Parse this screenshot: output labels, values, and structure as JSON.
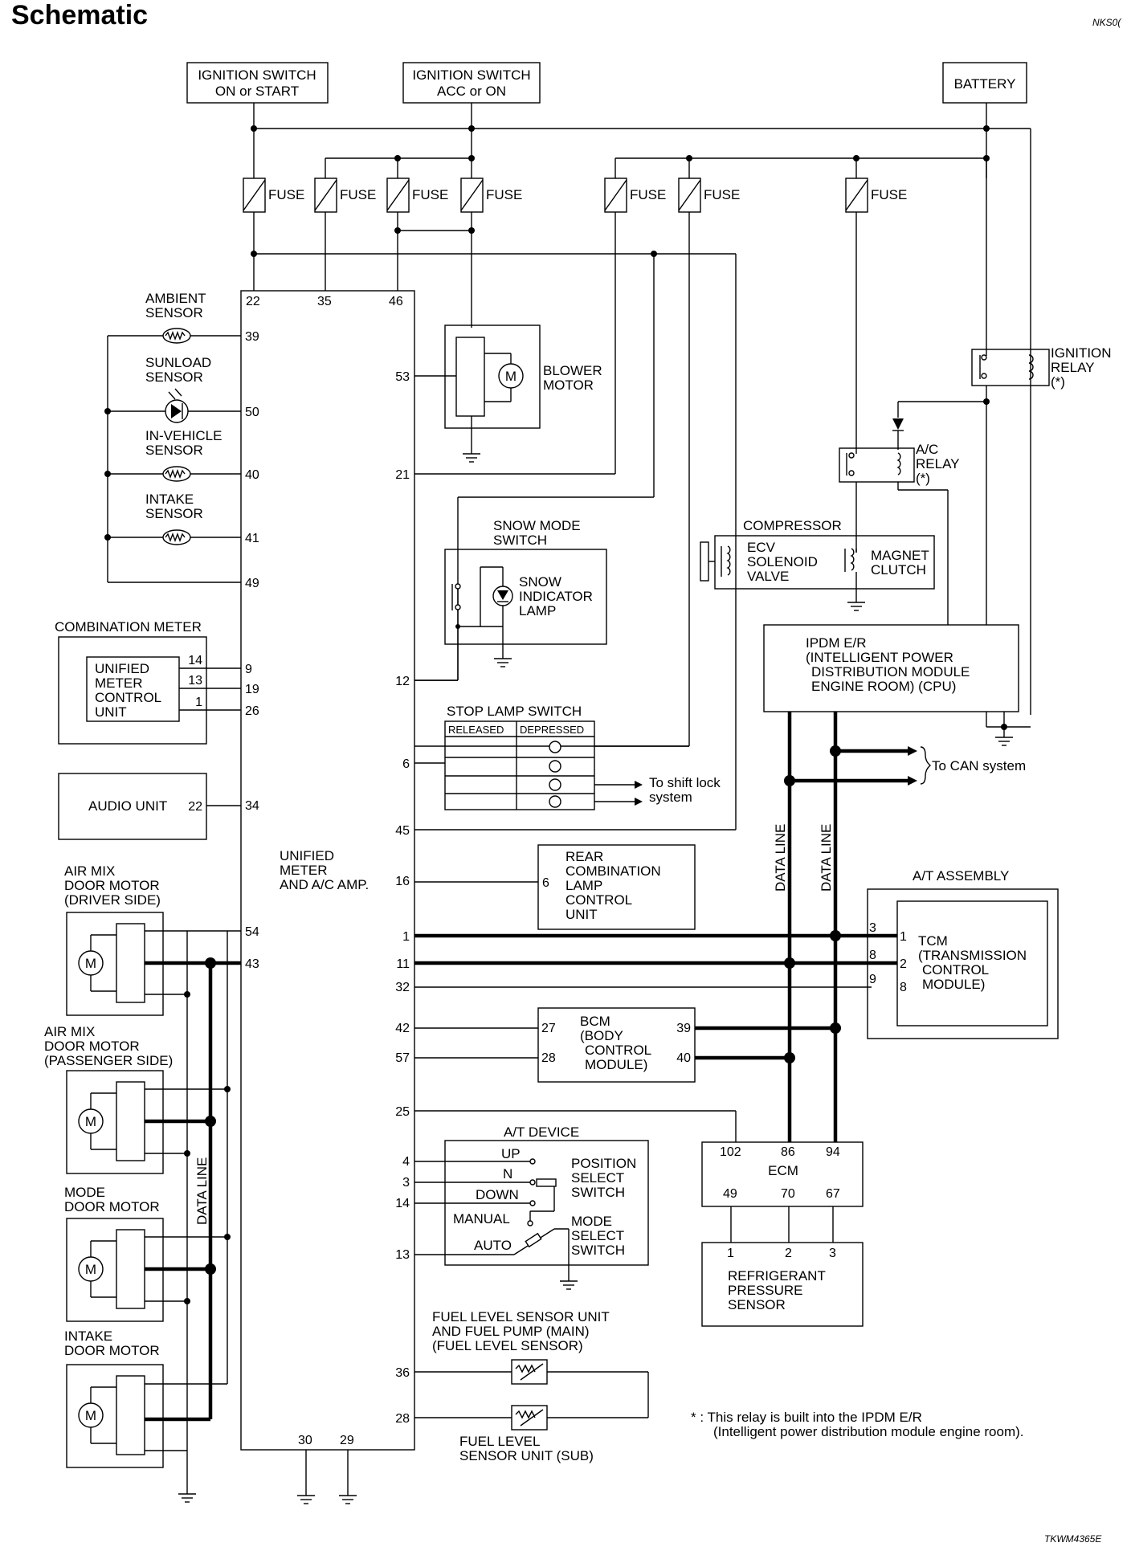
{
  "page": {
    "title": "Schematic",
    "ref_top": "NKS0(",
    "ref_bottom": "TKWM4365E"
  },
  "power": {
    "ign_on_start": [
      "IGNITION SWITCH",
      "ON or START"
    ],
    "ign_acc_on": [
      "IGNITION SWITCH",
      "ACC or ON"
    ],
    "battery": "BATTERY",
    "fuse": "FUSE"
  },
  "amp": {
    "label": [
      "UNIFIED",
      "METER",
      "AND A/C AMP."
    ],
    "top_pins": [
      "22",
      "35",
      "46"
    ],
    "bottom_pins": [
      "30",
      "29"
    ],
    "left_pins": [
      "39",
      "50",
      "40",
      "41",
      "49",
      "9",
      "19",
      "26",
      "34",
      "54",
      "43"
    ],
    "right_pins": [
      "53",
      "21",
      "12",
      "6",
      "45",
      "16",
      "1",
      "11",
      "32",
      "42",
      "57",
      "25",
      "4",
      "3",
      "14",
      "13",
      "36",
      "28"
    ]
  },
  "sensors": {
    "ambient": [
      "AMBIENT",
      "SENSOR"
    ],
    "sunload": [
      "SUNLOAD",
      "SENSOR"
    ],
    "invehicle": [
      "IN-VEHICLE",
      "SENSOR"
    ],
    "intake": [
      "INTAKE",
      "SENSOR"
    ]
  },
  "combination_meter": {
    "title": "COMBINATION METER",
    "unit": [
      "UNIFIED",
      "METER",
      "CONTROL",
      "UNIT"
    ],
    "pins": [
      "14",
      "13",
      "1"
    ]
  },
  "audio": {
    "label": "AUDIO UNIT",
    "pin": "22"
  },
  "door_motors": {
    "air_mix_driver": [
      "AIR MIX",
      "DOOR MOTOR",
      "(DRIVER SIDE)"
    ],
    "air_mix_passenger": [
      "AIR MIX",
      "DOOR MOTOR",
      "(PASSENGER SIDE)"
    ],
    "mode": [
      "MODE",
      "DOOR MOTOR"
    ],
    "intake": [
      "INTAKE",
      "DOOR MOTOR"
    ],
    "motor_symbol": "M",
    "data_line": "DATA LINE"
  },
  "blower": {
    "label": [
      "BLOWER",
      "MOTOR"
    ],
    "symbol": "M"
  },
  "snow": {
    "switch": [
      "SNOW MODE",
      "SWITCH"
    ],
    "lamp": [
      "SNOW",
      "INDICATOR",
      "LAMP"
    ]
  },
  "stop_lamp": {
    "title": "STOP LAMP SWITCH",
    "col_released": "RELEASED",
    "col_depressed": "DEPRESSED",
    "shift_lock": [
      "To shift lock",
      "system"
    ]
  },
  "rear_combo": {
    "pin": "6",
    "label": [
      "REAR",
      "COMBINATION",
      "LAMP",
      "CONTROL",
      "UNIT"
    ]
  },
  "bcm": {
    "label": [
      "BCM",
      "(BODY",
      "CONTROL",
      "MODULE)"
    ],
    "pins_left": [
      "27",
      "28"
    ],
    "pins_right": [
      "39",
      "40"
    ]
  },
  "at_device": {
    "title": "A/T DEVICE",
    "up": "UP",
    "n": "N",
    "down": "DOWN",
    "manual": "MANUAL",
    "auto": "AUTO",
    "position": [
      "POSITION",
      "SELECT",
      "SWITCH"
    ],
    "mode": [
      "MODE",
      "SELECT",
      "SWITCH"
    ]
  },
  "fuel": {
    "main": [
      "FUEL LEVEL SENSOR UNIT",
      "AND FUEL PUMP (MAIN)",
      "(FUEL LEVEL SENSOR)"
    ],
    "sub": [
      "FUEL LEVEL",
      "SENSOR UNIT (SUB)"
    ]
  },
  "compressor": {
    "title": "COMPRESSOR",
    "ecv": [
      "ECV",
      "SOLENOID",
      "VALVE"
    ],
    "magnet": [
      "MAGNET",
      "CLUTCH"
    ]
  },
  "relays": {
    "ignition": [
      "IGNITION",
      "RELAY",
      "(*)"
    ],
    "ac": [
      "A/C",
      "RELAY",
      "(*)"
    ]
  },
  "ipdm": {
    "label": [
      "IPDM E/R",
      "(INTELLIGENT POWER",
      "DISTRIBUTION MODULE",
      "ENGINE ROOM) (CPU)"
    ]
  },
  "can": {
    "label": "To CAN system",
    "data_line": "DATA LINE"
  },
  "at_assembly": {
    "title": "A/T ASSEMBLY",
    "tcm": [
      "TCM",
      "(TRANSMISSION",
      "CONTROL",
      "MODULE)"
    ],
    "outer_pins": [
      "3",
      "8",
      "9"
    ],
    "inner_pins": [
      "1",
      "2",
      "8"
    ]
  },
  "ecm": {
    "label": "ECM",
    "top_pins": [
      "102",
      "86",
      "94"
    ],
    "bottom_pins": [
      "49",
      "70",
      "67"
    ]
  },
  "refrigerant": {
    "pins": [
      "1",
      "2",
      "3"
    ],
    "label": [
      "REFRIGERANT",
      "PRESSURE",
      "SENSOR"
    ]
  },
  "footnote": [
    "* : This relay is built into the IPDM E/R",
    "(Intelligent power distribution module engine room)."
  ]
}
